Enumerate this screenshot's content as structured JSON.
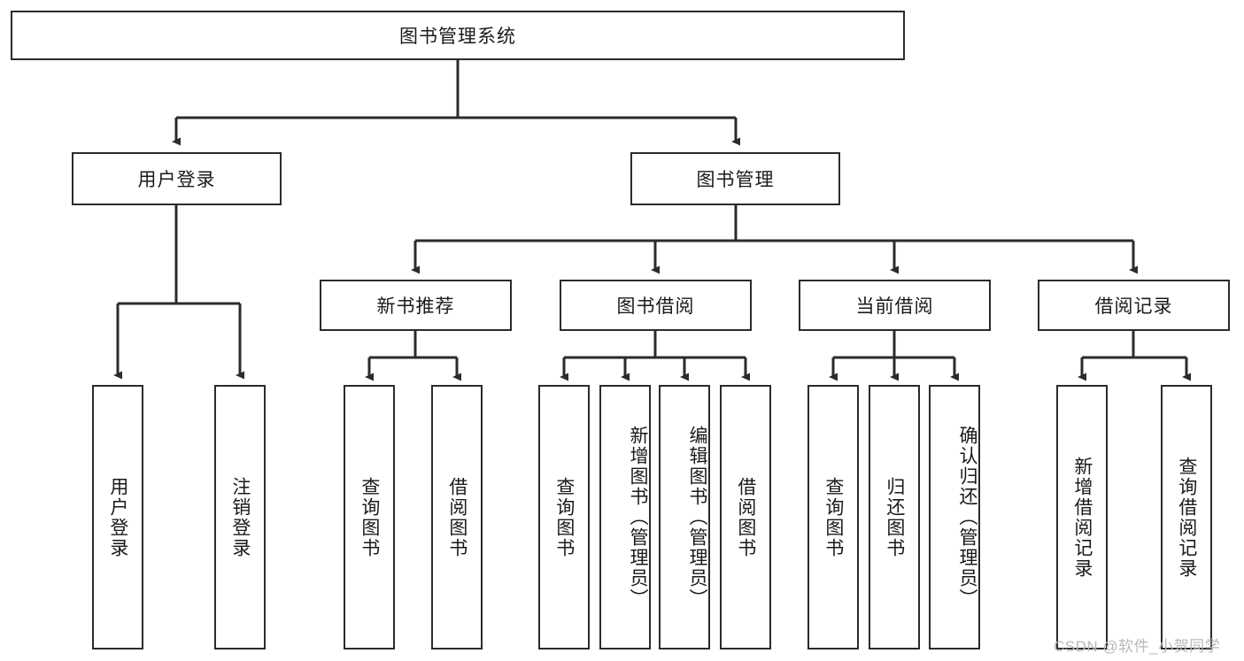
{
  "diagram": {
    "title": "图书管理系统",
    "watermark": "CSDN @软件_小贺同学",
    "stroke_color": "#2b2b2b",
    "background_color": "#ffffff",
    "nodes": {
      "root": "图书管理系统",
      "l2": {
        "user_login": "用户登录",
        "book_manage": "图书管理"
      },
      "l3": {
        "new_book_rec": "新书推荐",
        "book_borrow": "图书借阅",
        "current_borrow": "当前借阅",
        "borrow_record": "借阅记录"
      },
      "leaves": {
        "user_login_1": "用户登录",
        "user_login_2": "注销登录",
        "new_book_rec_1": "查询图书",
        "new_book_rec_2": "借阅图书",
        "book_borrow_1": "查询图书",
        "book_borrow_2": "新增图书（管理员）",
        "book_borrow_3": "编辑图书（管理员）",
        "book_borrow_4": "借阅图书",
        "current_borrow_1": "查询图书",
        "current_borrow_2": "归还图书",
        "current_borrow_3": "确认归还（管理员）",
        "borrow_record_1": "新增借阅记录",
        "borrow_record_2": "查询借阅记录"
      }
    }
  }
}
